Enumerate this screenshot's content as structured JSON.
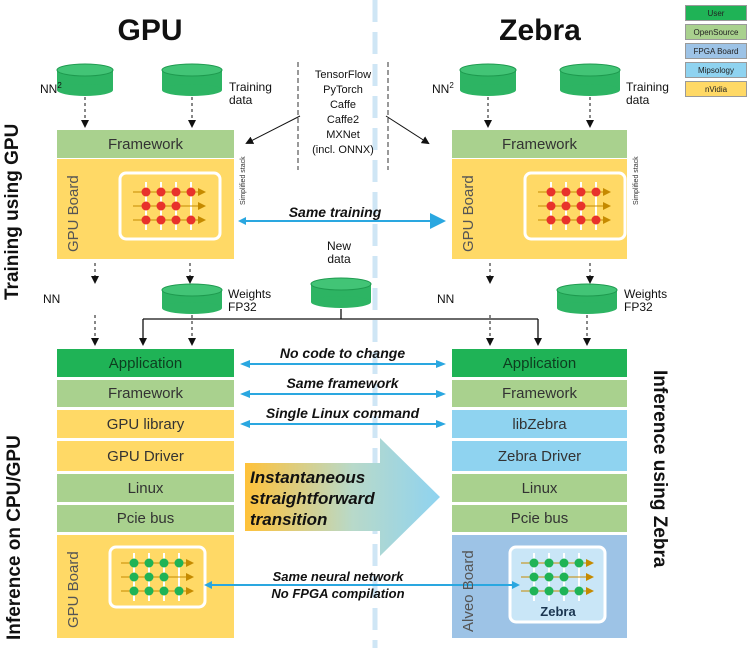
{
  "titles": {
    "left": "GPU",
    "right": "Zebra"
  },
  "side_labels": {
    "training": "Training using GPU",
    "inference_left": "Inference on CPU/GPU",
    "inference_right": "Inference using Zebra"
  },
  "legend": [
    {
      "label": "User",
      "color": "#1fb356"
    },
    {
      "label": "OpenSource",
      "color": "#a9d18e"
    },
    {
      "label": "FPGA Board",
      "color": "#9dc3e6"
    },
    {
      "label": "Mipsology",
      "color": "#8fd3f0"
    },
    {
      "label": "nVidia",
      "color": "#ffd966"
    }
  ],
  "training": {
    "nn": "NN",
    "nn_sup": "2",
    "training_data": [
      "Training",
      "data"
    ],
    "framework": "Framework",
    "simplified_stack": "Simplified stack",
    "gpu_board": "GPU Board",
    "same_training": "Same training",
    "frameworks": [
      "TensorFlow",
      "PyTorch",
      "Caffe",
      "Caffe2",
      "MXNet",
      "(incl. ONNX)"
    ]
  },
  "outputs": {
    "nn": "NN",
    "weights": [
      "Weights",
      "FP32"
    ],
    "new_data": [
      "New",
      "data"
    ]
  },
  "left_stack": [
    "Application",
    "Framework",
    "GPU library",
    "GPU Driver",
    "Linux",
    "Pcie bus"
  ],
  "right_stack": [
    "Application",
    "Framework",
    "libZebra",
    "Zebra Driver",
    "Linux",
    "Pcie bus"
  ],
  "comparisons": [
    "No code to change",
    "Same framework",
    "Single Linux command"
  ],
  "transition": [
    "Instantaneous",
    "straightforward",
    "transition"
  ],
  "bottom": {
    "gpu_board": "GPU Board",
    "alveo_board": "Alveo Board",
    "zebra_chip": "Zebra",
    "same_nn": [
      "Same neural network",
      "No FPGA compilation"
    ]
  },
  "colors": {
    "user": "#1fb356",
    "opensource": "#a9d18e",
    "nvidia": "#ffd966",
    "mipsology": "#8fd3f0",
    "fpga": "#9dc3e6",
    "cylinder": "#2db463",
    "arrow": "#2aa7e0"
  }
}
